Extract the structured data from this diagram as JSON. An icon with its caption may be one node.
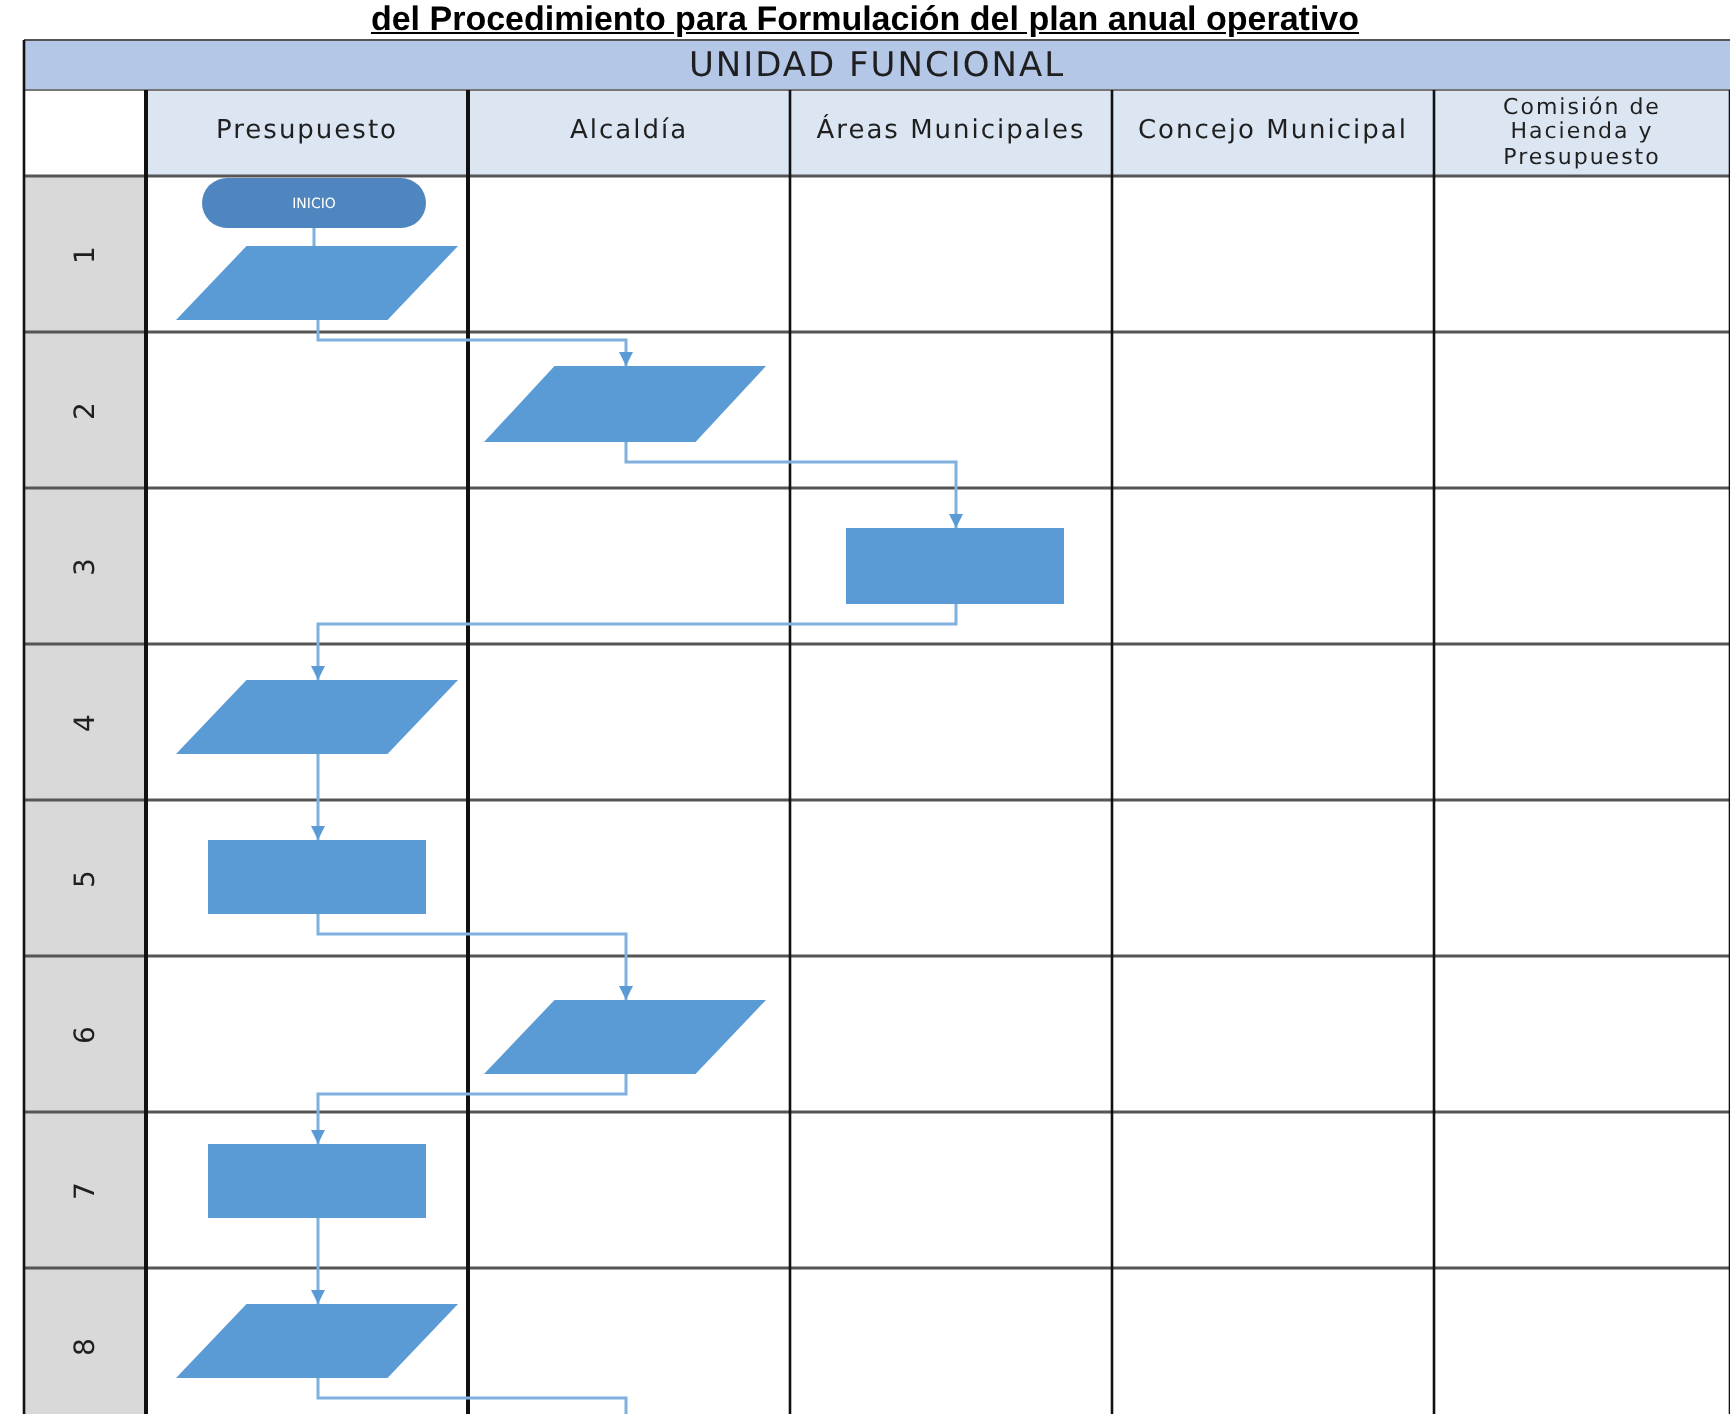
{
  "diagram": {
    "title": "del Procedimiento para Formulación del plan anual operativo",
    "nodes": [
      {
        "text": [
          "INICIO"
        ]
      },
      {
        "text": [],
        "shape": "parallelogram"
      },
      {
        "text": [],
        "shape": "parallelogram"
      },
      {
        "text": [],
        "shape": "box"
      },
      {
        "text": [],
        "shape": "parallelogram"
      },
      {
        "text": [],
        "shape": "box"
      },
      {
        "text": [],
        "shape": "parallelogram"
      },
      {
        "text": [],
        "shape": "box"
      },
      {
        "text": [],
        "shape": "parallelogram"
      }
    ],
    "edges": [
      {
        "from": 0,
        "to": 1,
        "arrow": "to"
      },
      {
        "from": 1,
        "to": 2,
        "arrow": "to"
      },
      {
        "from": 2,
        "to": 3,
        "arrow": "to"
      },
      {
        "from": 3,
        "to": 4,
        "arrow": "to"
      },
      {
        "from": 4,
        "to": 5,
        "arrow": "to"
      },
      {
        "from": 5,
        "to": 6,
        "arrow": "to"
      },
      {
        "from": 6,
        "to": 7,
        "arrow": "to"
      },
      {
        "from": 7,
        "to": 8,
        "arrow": "to"
      },
      {
        "from": 8,
        "to": null,
        "arrow": "none"
      }
    ],
    "labels": [
      "UNIDAD FUNCIONAL",
      "Presupuesto",
      "Alcaldía",
      "Áreas Municipales",
      "Concejo Municipal",
      "Comisión de Hacienda y Presupuesto",
      "1",
      "2",
      "3",
      "4",
      "5",
      "6",
      "7",
      "8"
    ]
  }
}
